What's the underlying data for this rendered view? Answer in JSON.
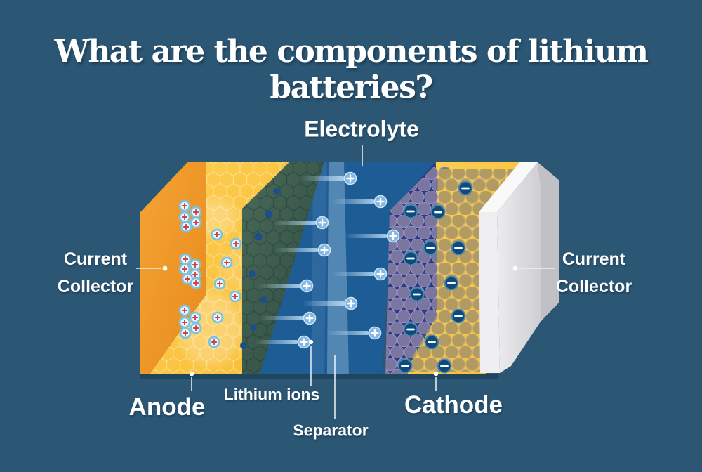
{
  "title": "What are the components of lithium batteries?",
  "labels": {
    "electrolyte": "Electrolyte",
    "current_collector_left": {
      "line1": "Current",
      "line2": "Collector"
    },
    "current_collector_right": {
      "line1": "Current",
      "line2": "Collector"
    },
    "anode": "Anode",
    "lithium_ions": "Lithium ions",
    "separator": "Separator",
    "cathode": "Cathode"
  },
  "ions": {
    "positive_symbol": "+",
    "negative_symbol": "−"
  },
  "palette": {
    "bg": "#2b5674",
    "label_text": "#ffffff",
    "anode_collector_orange": "#ef9227",
    "anode_yellow": "#fcc63f",
    "anode_material_green": "#3c5c4e",
    "electrolyte_blue": "#1e5c96",
    "separator_stripe": "#a8cce4",
    "cathode_indigo": "#2c3a87",
    "cathode_particle_purple": "#7b76a0",
    "cathode_particle_tan": "#b29b63",
    "collector_white": "#efeff1",
    "collector_gray": "#c1c1c5",
    "ion_positive_blue": "#84b8e3",
    "ion_negative_navy": "#0d4b7d",
    "ion_plus_red": "#c94444",
    "leader_line": "#eef4f8"
  }
}
